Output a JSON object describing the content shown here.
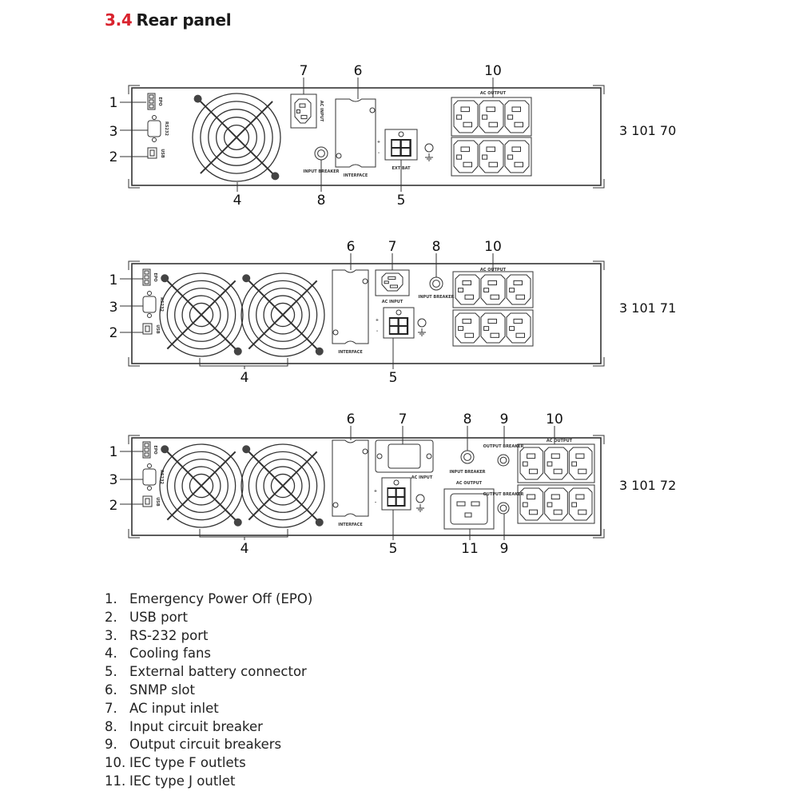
{
  "header": {
    "section_number": "3.4",
    "title": "Rear panel"
  },
  "panels": [
    {
      "model": "3 101 70",
      "callouts": [
        "1",
        "3",
        "2",
        "7",
        "6",
        "10",
        "4",
        "8",
        "5"
      ],
      "labels": {
        "epo": "EPO",
        "rs232": "RS232",
        "usb": "USB",
        "ac_input": "AC INPUT",
        "interface": "INTERFACE",
        "input_breaker": "INPUT BREAKER",
        "ext_bat": "EXT BAT",
        "ac_output": "AC OUTPUT"
      }
    },
    {
      "model": "3 101 71",
      "callouts": [
        "1",
        "3",
        "2",
        "6",
        "7",
        "8",
        "10",
        "4",
        "5"
      ],
      "labels": {
        "epo": "EPO",
        "rs232": "RS232",
        "usb": "USB",
        "ac_input": "AC INPUT",
        "interface": "INTERFACE",
        "input_breaker": "INPUT BREAKER",
        "ac_output": "AC OUTPUT"
      }
    },
    {
      "model": "3 101 72",
      "callouts": [
        "1",
        "3",
        "2",
        "6",
        "7",
        "8",
        "9",
        "10",
        "4",
        "5",
        "11",
        "9"
      ],
      "labels": {
        "epo": "EPO",
        "rs232": "RS232",
        "usb": "USB",
        "ac_input": "AC INPUT",
        "interface": "INTERFACE",
        "input_breaker": "INPUT BREAKER",
        "output_breaker": "OUTPUT BREAKER",
        "ac_output": "AC OUTPUT",
        "ac_output_j": "AC OUTPUT"
      }
    }
  ],
  "legend": [
    {
      "n": "1.",
      "text": "Emergency Power Off (EPO)"
    },
    {
      "n": "2.",
      "text": "USB port"
    },
    {
      "n": "3.",
      "text": "RS-232 port"
    },
    {
      "n": "4.",
      "text": "Cooling fans"
    },
    {
      "n": "5.",
      "text": "External battery connector"
    },
    {
      "n": "6.",
      "text": "SNMP slot"
    },
    {
      "n": "7.",
      "text": "AC input inlet"
    },
    {
      "n": "8.",
      "text": "Input circuit breaker"
    },
    {
      "n": "9.",
      "text": "Output circuit breakers"
    },
    {
      "n": "10.",
      "text": "IEC type F outlets"
    },
    {
      "n": "11.",
      "text": "IEC type J outlet"
    }
  ]
}
